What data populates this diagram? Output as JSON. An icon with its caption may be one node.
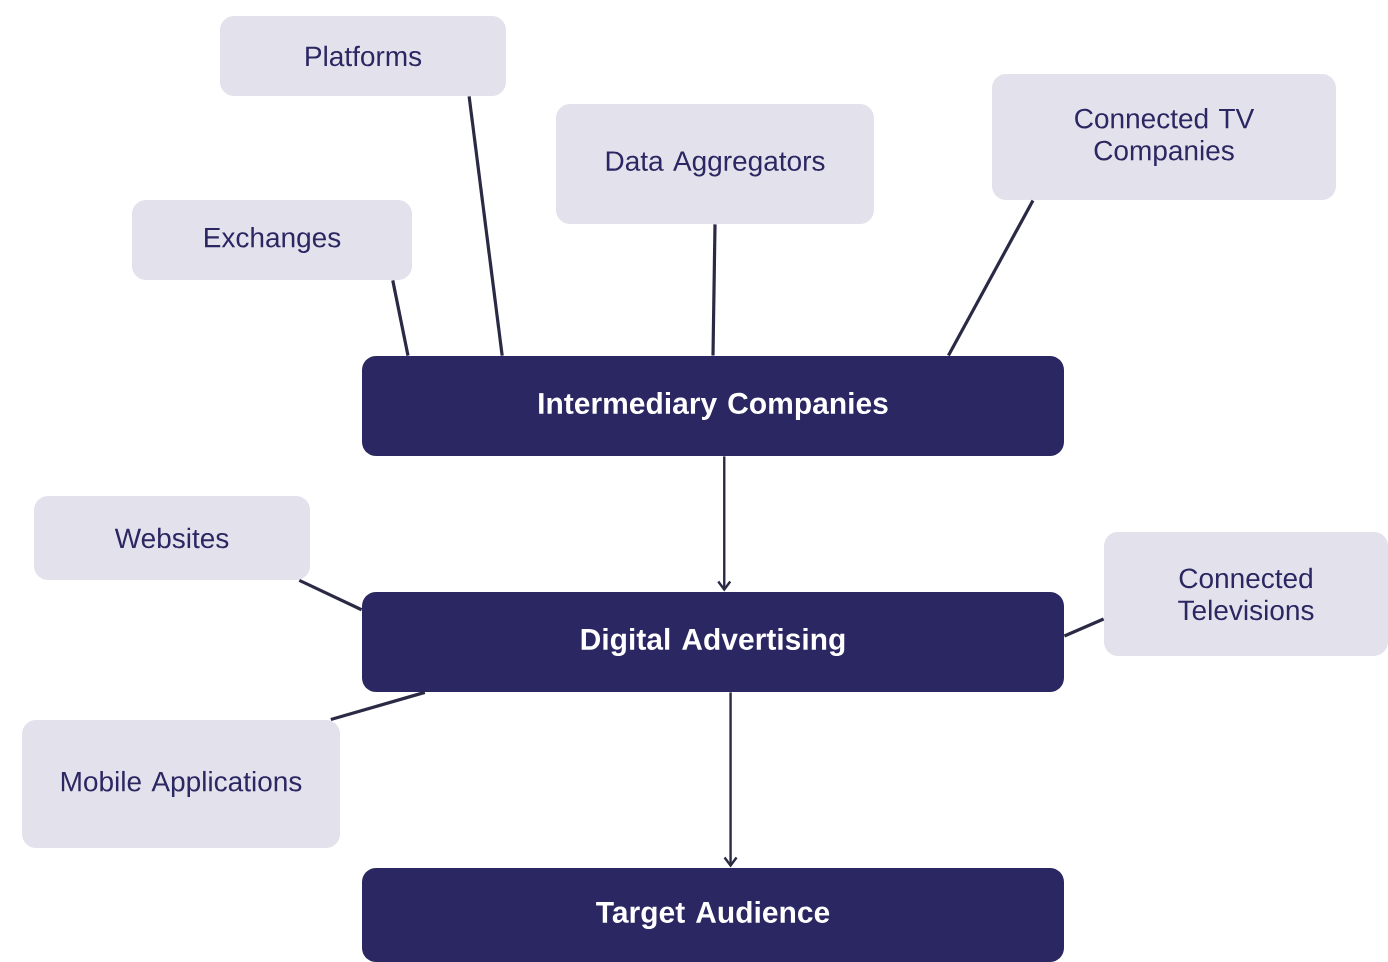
{
  "diagram": {
    "nodes": [
      {
        "text": [
          "Platforms"
        ]
      },
      {
        "text": [
          "Exchanges"
        ]
      },
      {
        "text": [
          "Data Aggregators"
        ]
      },
      {
        "text": [
          "Connected TV Companies"
        ]
      },
      {
        "text": [
          "Intermediary Companies"
        ]
      },
      {
        "text": [
          "Websites"
        ]
      },
      {
        "text": [
          "Digital Advertising"
        ]
      },
      {
        "text": [
          "Connected Televisions"
        ]
      },
      {
        "text": [
          "Mobile Applications"
        ]
      },
      {
        "text": [
          "Target Audience"
        ]
      }
    ],
    "edges": [
      {
        "from": 0,
        "to": 4,
        "arrow": "none"
      },
      {
        "from": 1,
        "to": 4,
        "arrow": "none"
      },
      {
        "from": 2,
        "to": 4,
        "arrow": "none"
      },
      {
        "from": 3,
        "to": 4,
        "arrow": "none"
      },
      {
        "from": 4,
        "to": 6,
        "arrow": "to"
      },
      {
        "from": 5,
        "to": 6,
        "arrow": "none"
      },
      {
        "from": 8,
        "to": 6,
        "arrow": "none"
      },
      {
        "from": 7,
        "to": 6,
        "arrow": "none"
      },
      {
        "from": 6,
        "to": 9,
        "arrow": "to"
      }
    ]
  }
}
